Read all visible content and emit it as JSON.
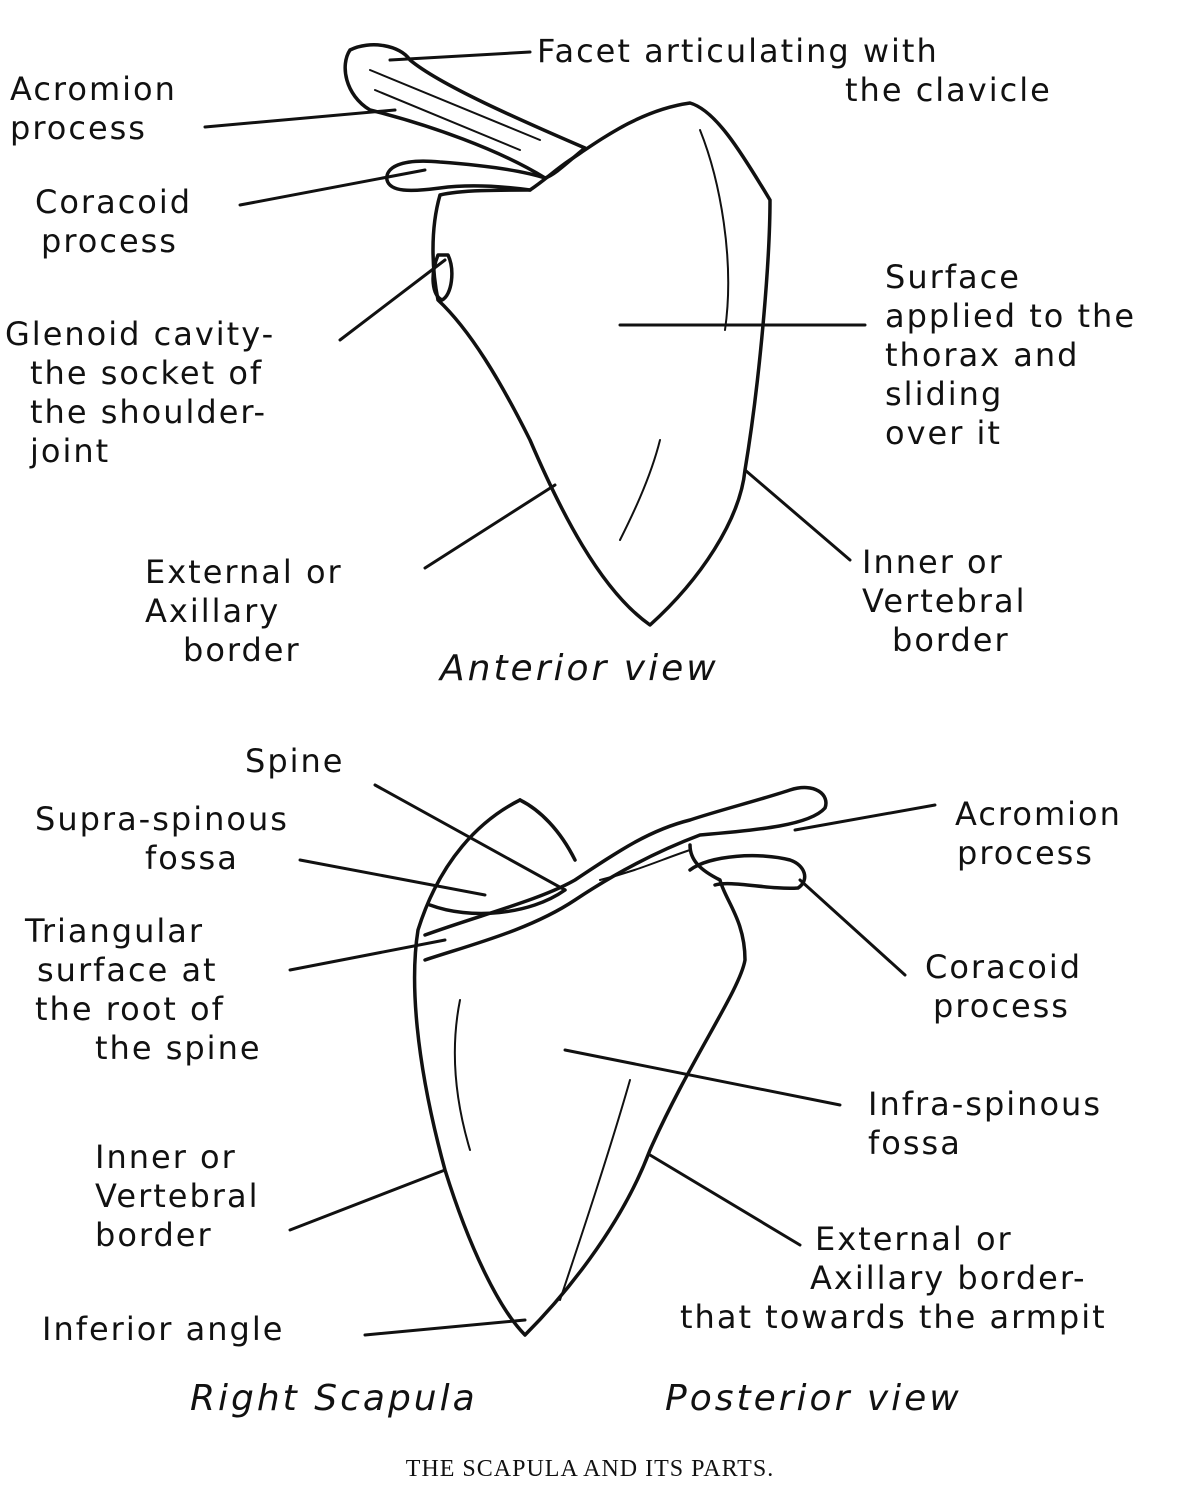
{
  "anterior": {
    "title": "Anterior view",
    "facet": [
      "Facet  articulating with",
      "the clavicle"
    ],
    "acromion": [
      "Acromion",
      "process"
    ],
    "coracoid": [
      "Coracoid",
      "process"
    ],
    "glenoid": [
      "Glenoid cavity-",
      "the socket of",
      "the shoulder-",
      "joint"
    ],
    "surface": [
      "Surface",
      "applied to the",
      "thorax  and",
      "sliding",
      "over it"
    ],
    "external": [
      "External or",
      "Axillary",
      "border"
    ],
    "inner": [
      "Inner  or",
      "Vertebral",
      "border"
    ]
  },
  "posterior": {
    "title_left": "Right Scapula",
    "title_right": "Posterior view",
    "spine": [
      "Spine"
    ],
    "supra": [
      "Supra-spinous",
      "fossa"
    ],
    "triangular": [
      "Triangular",
      "surface at",
      "the root of",
      "the spine"
    ],
    "acromion": [
      "Acromion",
      "process"
    ],
    "coracoid": [
      "Coracoid",
      "process"
    ],
    "infra": [
      "Infra-spinous",
      "fossa"
    ],
    "inner": [
      "Inner or",
      "Vertebral",
      "border"
    ],
    "external": [
      "External or",
      "Axillary border-",
      "that towards the armpit"
    ],
    "inferior": [
      "Inferior angle"
    ]
  },
  "caption": "THE SCAPULA AND ITS PARTS."
}
